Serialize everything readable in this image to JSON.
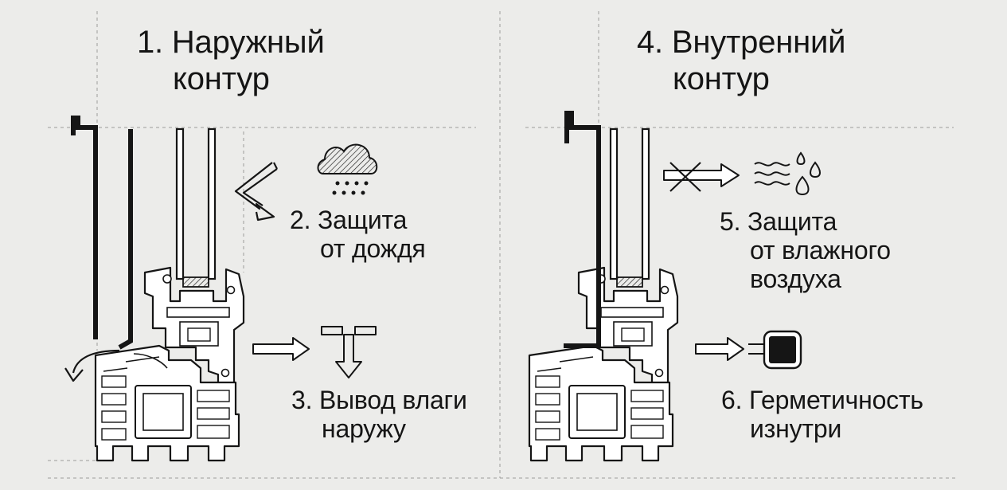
{
  "sections": [
    {
      "title": [
        "1. Наружный",
        "контур"
      ]
    },
    {
      "title": [
        "4. Внутренний",
        "контур"
      ]
    }
  ],
  "callouts": [
    {
      "lines": [
        "2. Защита",
        "от дождя"
      ],
      "icon": "rain-cloud-icon"
    },
    {
      "lines": [
        "3. Вывод влаги",
        "наружу"
      ],
      "icon": "drain-down-icon"
    },
    {
      "lines": [
        "5. Защита",
        "от влажного",
        "воздуха"
      ],
      "icon": "humid-air-icon"
    },
    {
      "lines": [
        "6. Герметичность",
        "изнутри"
      ],
      "icon": "seal-square-icon"
    }
  ],
  "colors": {
    "background": "#ececea",
    "ink": "#151515",
    "guide": "#9b9b9b"
  }
}
